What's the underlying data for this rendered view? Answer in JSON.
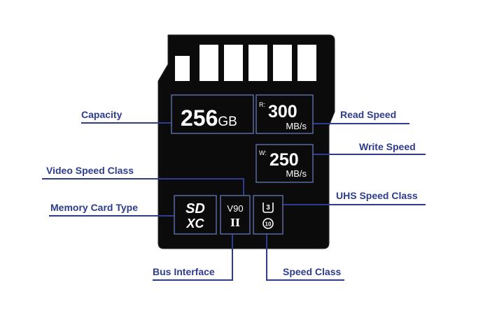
{
  "colors": {
    "card": "#0b0b0b",
    "card_outline": "#2a2a2a",
    "box_stroke": "#5a6aa0",
    "line": "#2d3c8e",
    "label": "#2d3c8e",
    "card_text": "#ffffff",
    "background": "#ffffff"
  },
  "card": {
    "capacity_number": "256",
    "capacity_unit": "GB",
    "read_prefix": "R:",
    "read_value": "300",
    "read_unit": "MB/s",
    "write_prefix": "W:",
    "write_value": "250",
    "write_unit": "MB/s",
    "sd_logo_top": "SD",
    "sd_logo_bottom": "XC",
    "video_speed": "V90",
    "bus_interface": "II",
    "uhs_class": "3",
    "speed_class": "10"
  },
  "labels": {
    "capacity": "Capacity",
    "read_speed": "Read Speed",
    "write_speed": "Write Speed",
    "video_speed_class": "Video Speed Class",
    "uhs_speed_class": "UHS Speed Class",
    "memory_card_type": "Memory Card Type",
    "bus_interface": "Bus Interface",
    "speed_class": "Speed Class"
  }
}
